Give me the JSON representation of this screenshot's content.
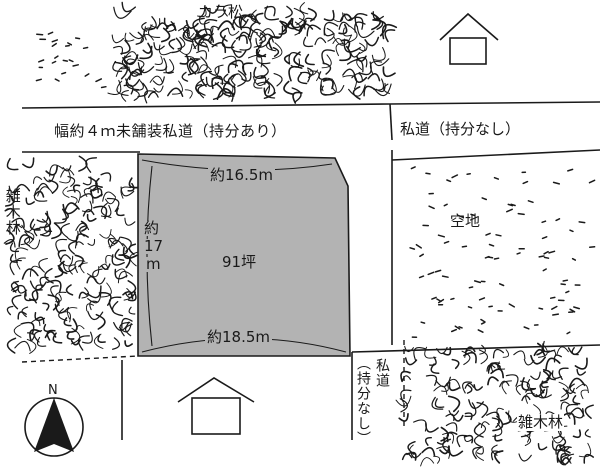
{
  "labels": {
    "karamatsu": "カラ松",
    "road_top": "幅約４ｍ未舗装私道（持分あり）",
    "road_right": "私道（持分なし）",
    "zoki_left": "雑木林",
    "akichi": "空地",
    "width_top": "約16.5m",
    "width_bottom": "約18.5m",
    "depth_yaku": "約",
    "depth_num": "17",
    "depth_unit": "m",
    "area": "91坪",
    "road_small_1": "私道",
    "road_small_2": "（持分なし）",
    "zoki_right": "雑木林",
    "north": "N"
  },
  "icons": [
    "house-icon",
    "house-icon",
    "north-arrow-icon",
    "tree-scribble-icon",
    "dot-field-icon"
  ],
  "colors": {
    "lot_fill": "#b3b3b3",
    "ink": "#1a1a1a",
    "background": "#ffffff"
  }
}
